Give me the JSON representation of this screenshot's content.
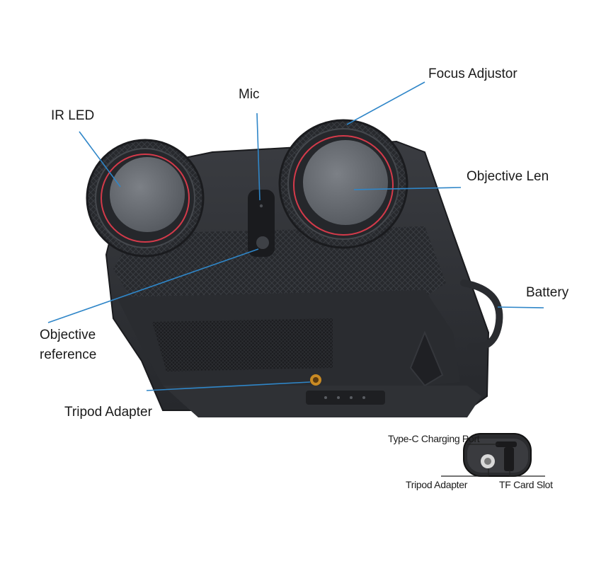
{
  "callouts": {
    "focus_adjustor": "Focus Adjustor",
    "mic": "Mic",
    "ir_led": "IR LED",
    "objective_len": "Objective Len",
    "battery": "Battery",
    "objective_reference_line1": "Objective",
    "objective_reference_line2": "reference",
    "tripod_adapter": "Tripod Adapter"
  },
  "inset": {
    "type_c_port": "Type-C Charging Port",
    "tripod_adapter": "Tripod Adapter",
    "tf_card_slot": "TF Card Slot"
  },
  "colors": {
    "leader_line": "#2f86c8",
    "body": "#2b2d31",
    "lens_glass": "#5e6268",
    "lens_ring_accent": "#d43a4a"
  }
}
